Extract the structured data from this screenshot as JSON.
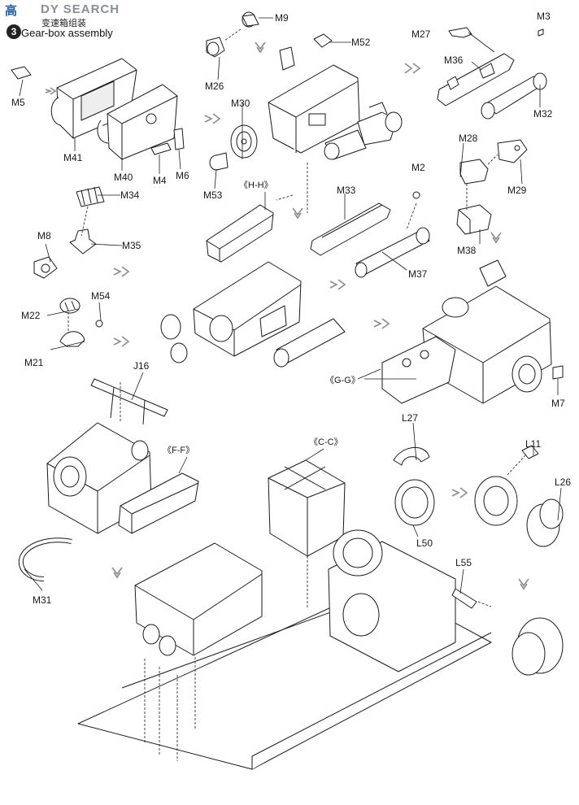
{
  "header": {
    "watermark_logo": "高",
    "watermark_text": "DY SEARCH",
    "step_number": "3",
    "title_cn": "变速箱组装",
    "title_en": "Gear-box assembly"
  },
  "section_markers": {
    "h_h": "《H-H》",
    "g_g": "《G-G》",
    "f_f": "《F-F》",
    "c_c": "《C-C》"
  },
  "part_labels": {
    "m9": "M9",
    "m3": "M3",
    "m5": "M5",
    "m26": "M26",
    "m52": "M52",
    "m27": "M27",
    "m36": "M36",
    "m41": "M41",
    "m30": "M30",
    "m32": "M32",
    "m40": "M40",
    "m4": "M4",
    "m6": "M6",
    "m28": "M28",
    "m53": "M53",
    "m2": "M2",
    "m29": "M29",
    "m33": "M33",
    "m34": "M34",
    "m8": "M8",
    "m35": "M35",
    "m38": "M38",
    "m37": "M37",
    "m22": "M22",
    "m54": "M54",
    "m21": "M21",
    "j16": "J16",
    "m7": "M7",
    "l27": "L27",
    "l11": "L11",
    "l26": "L26",
    "l50": "L50",
    "l55": "L55",
    "m31": "M31"
  },
  "colors": {
    "line": "#1a1a1a",
    "part_fill": "#ffffff",
    "shade": "#d9d9d9",
    "arrow": "#8c8c8c",
    "logo": "#1f5fa8"
  }
}
